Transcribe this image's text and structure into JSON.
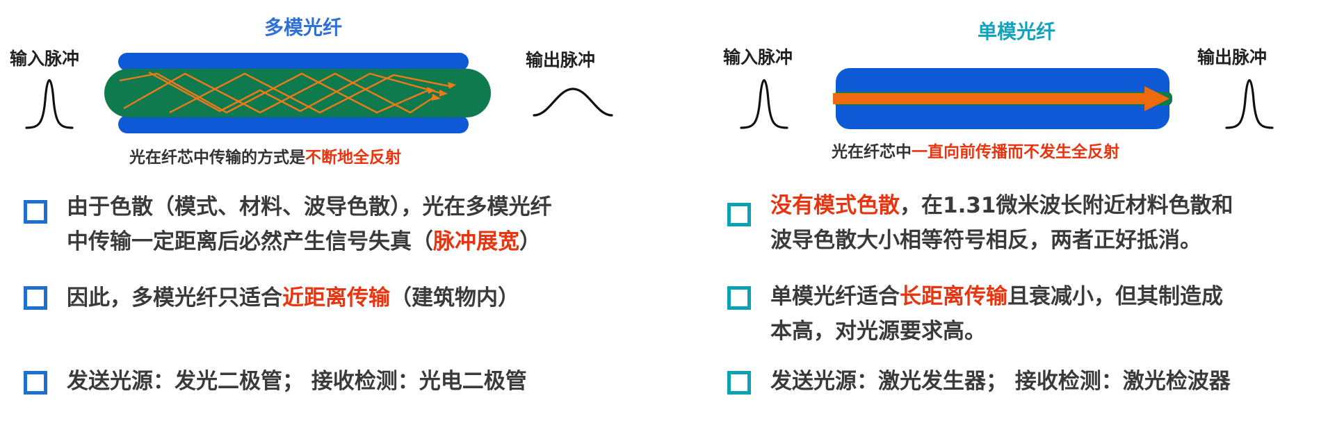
{
  "multimode": {
    "title": "多模光纤",
    "title_color": "#2f6fd6",
    "input_label": "输入脉冲",
    "output_label": "输出脉冲",
    "caption_plain": "光在纤芯中传输的方式是",
    "caption_highlight": "不断地全反射",
    "cladding_color": "#0e59d6",
    "core_color": "#0f7a4e",
    "ray_color": "#ee7a1a",
    "bullets": [
      {
        "lines": [
          [
            {
              "text": "由于色散（模式、材料、波导色散），光在多模光纤",
              "hl": false
            }
          ],
          [
            {
              "text": "中传输一定距离后必然产生信号失真（",
              "hl": false
            },
            {
              "text": "脉冲展宽",
              "hl": true
            },
            {
              "text": "）",
              "hl": false
            }
          ]
        ]
      },
      {
        "lines": [
          [
            {
              "text": "因此，多模光纤只适合",
              "hl": false
            },
            {
              "text": "近距离传输",
              "hl": true
            },
            {
              "text": "（建筑物内）",
              "hl": false
            }
          ]
        ]
      },
      {
        "lines": [
          [
            {
              "text": "发送光源：发光二极管；  接收检测：光电二极管",
              "hl": false
            }
          ]
        ]
      }
    ]
  },
  "singlemode": {
    "title": "单模光纤",
    "title_color": "#14a3bd",
    "input_label": "输入脉冲",
    "output_label": "输出脉冲",
    "caption_plain": "光在纤芯中",
    "caption_highlight": "一直向前传播而不发生全反射",
    "cladding_color": "#0e59d6",
    "core_color": "#0f7a4e",
    "ray_color": "#ee6a0f",
    "bullets": [
      {
        "lines": [
          [
            {
              "text": "没有模式色散",
              "hl": true
            },
            {
              "text": "，在1.31微米波长附近材料色散和",
              "hl": false
            }
          ],
          [
            {
              "text": "波导色散大小相等符号相反，两者正好抵消。",
              "hl": false
            }
          ]
        ]
      },
      {
        "lines": [
          [
            {
              "text": "单模光纤适合",
              "hl": false
            },
            {
              "text": "长距离传输",
              "hl": true
            },
            {
              "text": "且衰减小，但其制造成",
              "hl": false
            }
          ],
          [
            {
              "text": "本高，对光源要求高。",
              "hl": false
            }
          ]
        ]
      },
      {
        "lines": [
          [
            {
              "text": "发送光源：激光发生器；  接收检测：激光检波器",
              "hl": false
            }
          ]
        ]
      }
    ]
  },
  "colors": {
    "highlight": "#e8340f",
    "body_text": "#3a3a3a",
    "checkbox_blue": "#1f6fd1",
    "checkbox_teal": "#0ea1b3"
  }
}
